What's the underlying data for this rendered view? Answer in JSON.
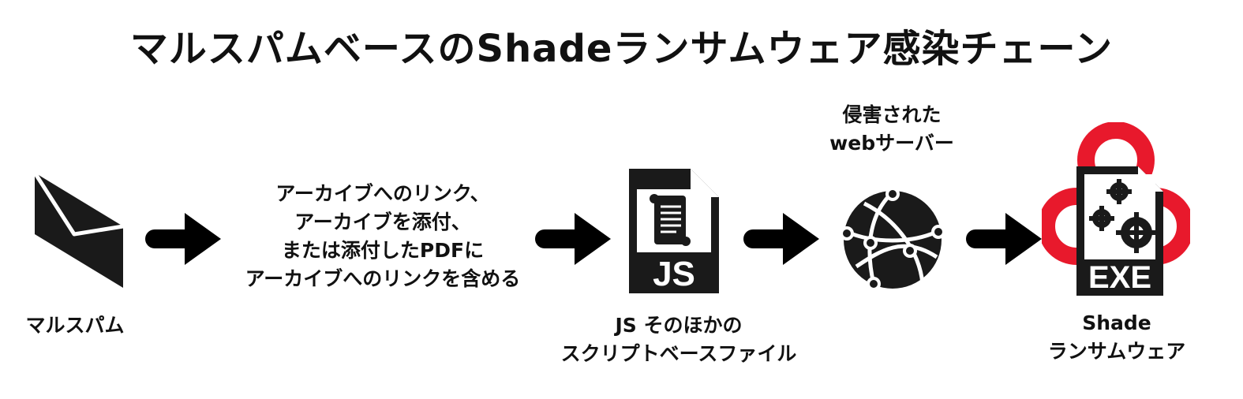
{
  "title": "マルスパムベースのShadeランサムウェア感染チェーン",
  "steps": {
    "malspam": {
      "label": "マルスパム",
      "icon": "envelope-icon"
    },
    "delivery": {
      "lines": [
        "アーカイブへのリンク、",
        "アーカイブを添付、",
        "または添付したPDFに",
        "アーカイブへのリンクを含める"
      ]
    },
    "script": {
      "icon": "js-file-icon",
      "file_badge": "JS",
      "lines": [
        "JS そのほかの",
        "スクリプトベースファイル"
      ]
    },
    "server": {
      "icon": "globe-network-icon",
      "lines": [
        "侵害された",
        "webサーバー"
      ]
    },
    "payload": {
      "icon": "exe-file-biohazard-icon",
      "file_badge": "EXE",
      "lines": [
        "Shade",
        "ランサムウェア"
      ]
    }
  },
  "colors": {
    "ink": "#1a1a1a",
    "accent": "#e8192c"
  }
}
